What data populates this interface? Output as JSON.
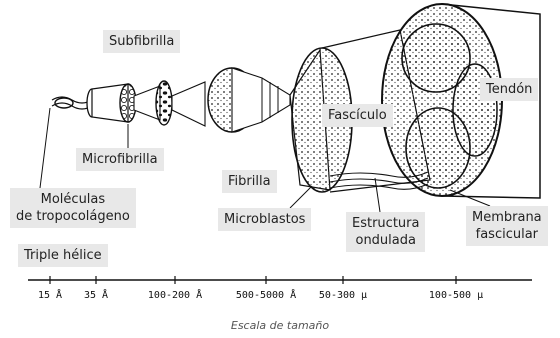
{
  "labels": {
    "subfibrilla": "Subfibrilla",
    "tendon": "Tendón",
    "fasciculo": "Fascículo",
    "microfibrilla": "Microfibrilla",
    "fibrilla": "Fibrilla",
    "moleculas": "Moléculas\nde tropocolágeno",
    "microblastos": "Microblastos",
    "estructura": "Estructura\nondulada",
    "membrana": "Membrana\nfascicular",
    "triple": "Triple hélice"
  },
  "scale": {
    "ticks": [
      "15 Å",
      "35 Å",
      "100-200 Å",
      "500-5000 Å",
      "50-300 µ",
      "100-500 µ"
    ],
    "caption": "Escala de tamaño"
  }
}
